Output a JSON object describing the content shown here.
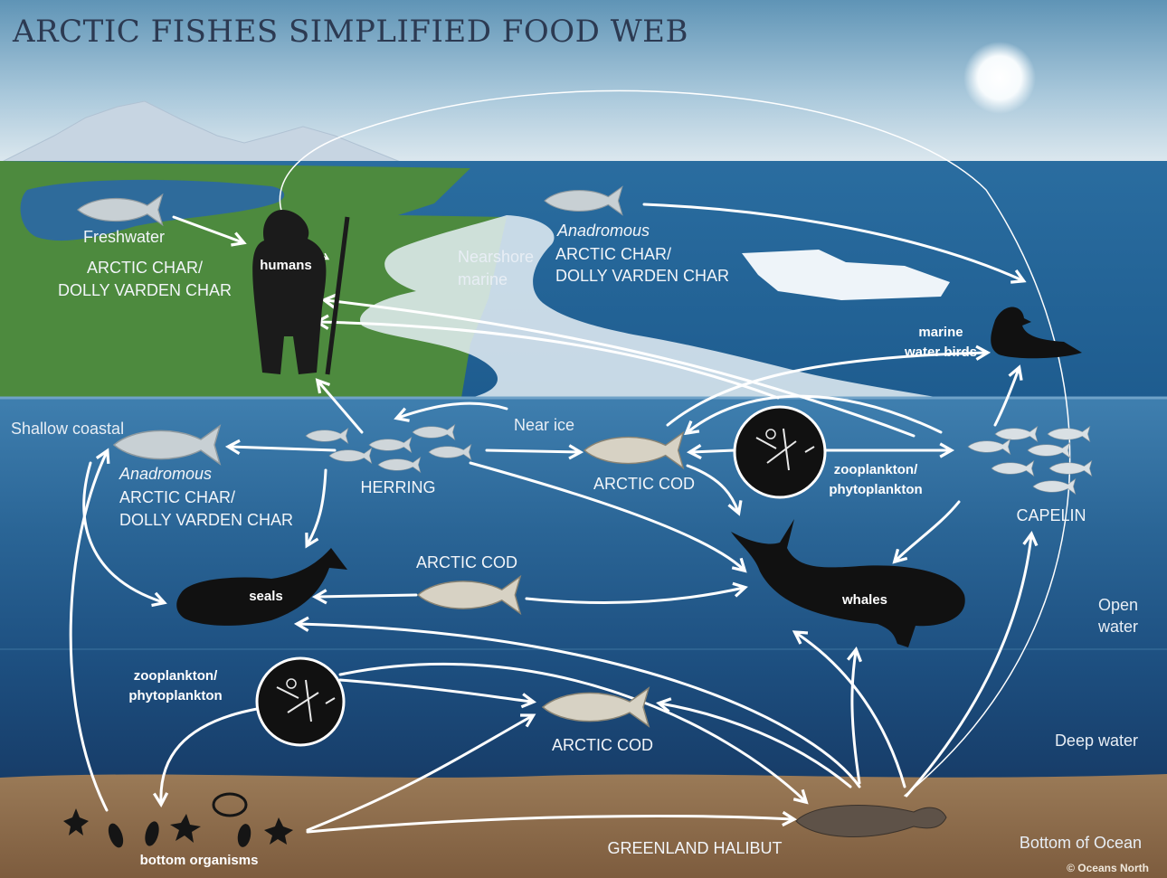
{
  "title": "ARCTIC FISHES SIMPLIFIED FOOD WEB",
  "credit": "© Oceans North",
  "zones": {
    "nearshore_line1": "Nearshore",
    "nearshore_line2": "marine",
    "shallow_coastal": "Shallow coastal",
    "near_ice": "Near ice",
    "open_water_line1": "Open",
    "open_water_line2": "water",
    "deep_water": "Deep water",
    "bottom_of_ocean": "Bottom of Ocean"
  },
  "species": {
    "freshwater_char": {
      "qualifier": "Freshwater",
      "line1": "ARCTIC CHAR/",
      "line2": "DOLLY VARDEN CHAR"
    },
    "anadromous_char_top": {
      "qualifier": "Anadromous",
      "line1": "ARCTIC CHAR/",
      "line2": "DOLLY VARDEN CHAR"
    },
    "anadromous_char_coastal": {
      "qualifier": "Anadromous",
      "line1": "ARCTIC CHAR/",
      "line2": "DOLLY VARDEN CHAR"
    },
    "humans": "humans",
    "marine_birds_line1": "marine",
    "marine_birds_line2": "water birds",
    "herring": "HERRING",
    "arctic_cod_ice": "ARCTIC COD",
    "arctic_cod_mid": "ARCTIC COD",
    "arctic_cod_deep": "ARCTIC COD",
    "plankton_upper_line1": "zooplankton/",
    "plankton_upper_line2": "phytoplankton",
    "plankton_lower_line1": "zooplankton/",
    "plankton_lower_line2": "phytoplankton",
    "capelin": "CAPELIN",
    "seals": "seals",
    "whales": "whales",
    "bottom_organisms": "bottom organisms",
    "greenland_halibut": "GREENLAND HALIBUT"
  },
  "colors": {
    "sky_top": "#5f94b6",
    "sky_bottom": "#dfeaf0",
    "land": "#4d8a3e",
    "sea_surface": "#1f5a8a",
    "sea_deep": "#153a68",
    "seabed": "#8a6a4a",
    "arrow": "#ffffff",
    "title": "#2c3a52"
  }
}
